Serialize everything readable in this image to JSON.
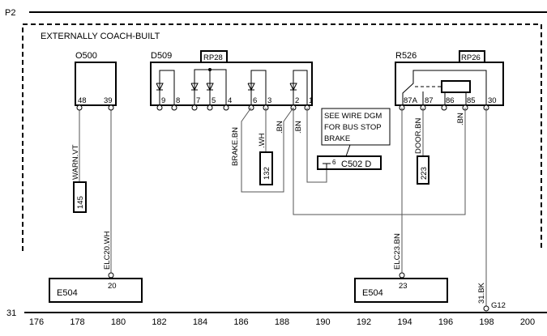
{
  "diagram": {
    "top_rail": "P2",
    "bottom_rail": "31",
    "region_label": "EXTERNALLY COACH-BUILT",
    "components": {
      "o500": {
        "name": "O500",
        "pins": [
          "48",
          "39"
        ]
      },
      "d509": {
        "name": "D509",
        "tag": "RP28",
        "pins": [
          "9",
          "8",
          "7",
          "5",
          "4",
          "6",
          "3",
          "2",
          "1"
        ]
      },
      "r526": {
        "name": "R526",
        "tag": "RP26",
        "pins": [
          "87A",
          "87",
          "86",
          "85",
          "30"
        ]
      },
      "e504_left": {
        "name": "E504",
        "pin": "20"
      },
      "e504_right": {
        "name": "E504",
        "pin": "23"
      },
      "c502": {
        "pin": "6",
        "name": "C502 D"
      }
    },
    "note": [
      "SEE WIRE DGM",
      "FOR BUS STOP",
      "BRAKE"
    ],
    "wires": {
      "warn": "WARN.VT",
      "elc20": "ELC20.WH",
      "brake": "BRAKE.BN",
      "wh": ".WH",
      "bn_a": ".BN",
      "bn_b": ".BN",
      "door": "DOOR.BN",
      "bn_c": ".BN",
      "elc23": "ELC23.BN",
      "gnd": "31.BK"
    },
    "refs": {
      "r145": "145",
      "r132": "132",
      "r223": "223"
    },
    "ground": "G12",
    "grid": [
      "176",
      "178",
      "180",
      "182",
      "184",
      "186",
      "188",
      "190",
      "192",
      "194",
      "196",
      "198",
      "200"
    ]
  }
}
